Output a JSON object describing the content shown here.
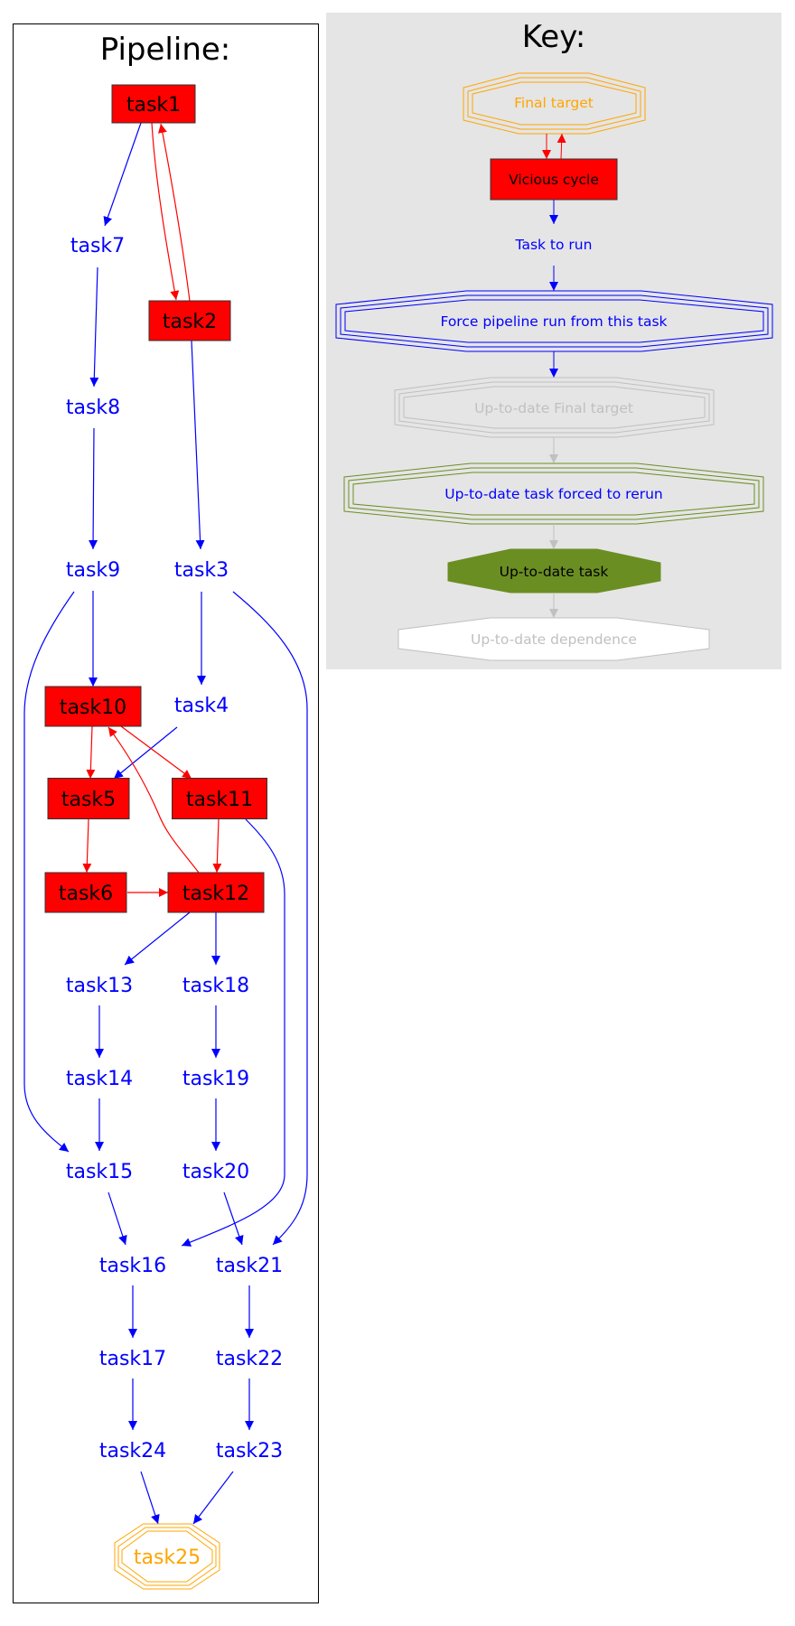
{
  "pipeline": {
    "title": "Pipeline:",
    "nodes": [
      {
        "id": "task1",
        "label": "task1",
        "style": "vicious_cycle"
      },
      {
        "id": "task2",
        "label": "task2",
        "style": "vicious_cycle"
      },
      {
        "id": "task3",
        "label": "task3",
        "style": "task_to_run"
      },
      {
        "id": "task4",
        "label": "task4",
        "style": "task_to_run"
      },
      {
        "id": "task5",
        "label": "task5",
        "style": "vicious_cycle"
      },
      {
        "id": "task6",
        "label": "task6",
        "style": "vicious_cycle"
      },
      {
        "id": "task7",
        "label": "task7",
        "style": "task_to_run"
      },
      {
        "id": "task8",
        "label": "task8",
        "style": "task_to_run"
      },
      {
        "id": "task9",
        "label": "task9",
        "style": "task_to_run"
      },
      {
        "id": "task10",
        "label": "task10",
        "style": "vicious_cycle"
      },
      {
        "id": "task11",
        "label": "task11",
        "style": "vicious_cycle"
      },
      {
        "id": "task12",
        "label": "task12",
        "style": "vicious_cycle"
      },
      {
        "id": "task13",
        "label": "task13",
        "style": "task_to_run"
      },
      {
        "id": "task14",
        "label": "task14",
        "style": "task_to_run"
      },
      {
        "id": "task15",
        "label": "task15",
        "style": "task_to_run"
      },
      {
        "id": "task16",
        "label": "task16",
        "style": "task_to_run"
      },
      {
        "id": "task17",
        "label": "task17",
        "style": "task_to_run"
      },
      {
        "id": "task18",
        "label": "task18",
        "style": "task_to_run"
      },
      {
        "id": "task19",
        "label": "task19",
        "style": "task_to_run"
      },
      {
        "id": "task20",
        "label": "task20",
        "style": "task_to_run"
      },
      {
        "id": "task21",
        "label": "task21",
        "style": "task_to_run"
      },
      {
        "id": "task22",
        "label": "task22",
        "style": "task_to_run"
      },
      {
        "id": "task23",
        "label": "task23",
        "style": "task_to_run"
      },
      {
        "id": "task24",
        "label": "task24",
        "style": "task_to_run"
      },
      {
        "id": "task25",
        "label": "task25",
        "style": "final_target"
      }
    ],
    "edges": [
      {
        "from": "task1",
        "to": "task7",
        "style": "blue"
      },
      {
        "from": "task1",
        "to": "task2",
        "style": "red"
      },
      {
        "from": "task2",
        "to": "task1",
        "style": "red"
      },
      {
        "from": "task7",
        "to": "task8",
        "style": "blue"
      },
      {
        "from": "task8",
        "to": "task9",
        "style": "blue"
      },
      {
        "from": "task2",
        "to": "task3",
        "style": "blue"
      },
      {
        "from": "task9",
        "to": "task10",
        "style": "blue"
      },
      {
        "from": "task9",
        "to": "task15",
        "style": "blue"
      },
      {
        "from": "task3",
        "to": "task4",
        "style": "blue"
      },
      {
        "from": "task3",
        "to": "task21",
        "style": "blue"
      },
      {
        "from": "task4",
        "to": "task5",
        "style": "blue"
      },
      {
        "from": "task10",
        "to": "task5",
        "style": "red"
      },
      {
        "from": "task10",
        "to": "task11",
        "style": "red"
      },
      {
        "from": "task12",
        "to": "task10",
        "style": "red"
      },
      {
        "from": "task5",
        "to": "task6",
        "style": "red"
      },
      {
        "from": "task11",
        "to": "task12",
        "style": "red"
      },
      {
        "from": "task6",
        "to": "task12",
        "style": "red"
      },
      {
        "from": "task11",
        "to": "task16",
        "style": "blue"
      },
      {
        "from": "task12",
        "to": "task13",
        "style": "blue"
      },
      {
        "from": "task12",
        "to": "task18",
        "style": "blue"
      },
      {
        "from": "task13",
        "to": "task14",
        "style": "blue"
      },
      {
        "from": "task14",
        "to": "task15",
        "style": "blue"
      },
      {
        "from": "task18",
        "to": "task19",
        "style": "blue"
      },
      {
        "from": "task19",
        "to": "task20",
        "style": "blue"
      },
      {
        "from": "task15",
        "to": "task16",
        "style": "blue"
      },
      {
        "from": "task20",
        "to": "task21",
        "style": "blue"
      },
      {
        "from": "task16",
        "to": "task17",
        "style": "blue"
      },
      {
        "from": "task21",
        "to": "task22",
        "style": "blue"
      },
      {
        "from": "task17",
        "to": "task24",
        "style": "blue"
      },
      {
        "from": "task22",
        "to": "task23",
        "style": "blue"
      },
      {
        "from": "task24",
        "to": "task25",
        "style": "blue"
      },
      {
        "from": "task23",
        "to": "task25",
        "style": "blue"
      }
    ]
  },
  "key": {
    "title": "Key:",
    "items": [
      {
        "id": "final_target",
        "label": "Final target"
      },
      {
        "id": "vicious_cycle",
        "label": "Vicious cycle"
      },
      {
        "id": "task_to_run",
        "label": "Task to run"
      },
      {
        "id": "force_run",
        "label": "Force pipeline run from this task"
      },
      {
        "id": "uptodate_final",
        "label": "Up-to-date Final target"
      },
      {
        "id": "uptodate_forced",
        "label": "Up-to-date task forced to rerun"
      },
      {
        "id": "uptodate_task",
        "label": "Up-to-date task"
      },
      {
        "id": "uptodate_dependence",
        "label": "Up-to-date dependence"
      }
    ]
  },
  "colors": {
    "vicious_fill": "#ff0000",
    "task_to_run": "#0000ff",
    "final_target": "#ffa500",
    "uptodate_gray": "#c0c0c0",
    "uptodate_green": "#6b8e23",
    "key_background": "#e5e5e5"
  }
}
